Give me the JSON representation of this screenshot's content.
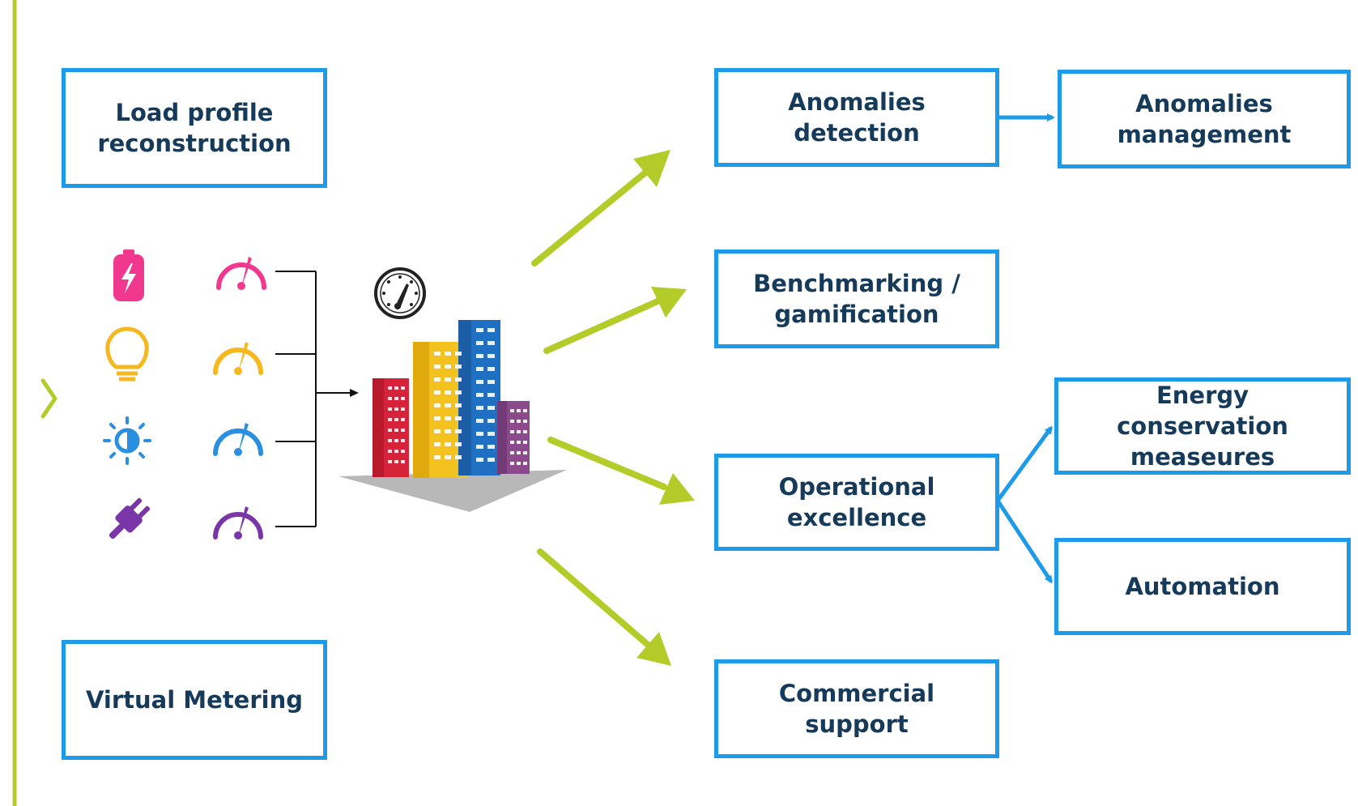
{
  "boxes": {
    "load_profile": "Load profile\nreconstruction",
    "virtual_metering": "Virtual Metering",
    "anomalies_detection": "Anomalies\ndetection",
    "anomalies_management": "Anomalies\nmanagement",
    "benchmarking": "Benchmarking /\ngamification",
    "operational_excellence": "Operational\nexcellence",
    "energy_conservation": "Energy conservation\nmeaseures",
    "automation": "Automation",
    "commercial_support": "Commercial\nsupport"
  },
  "colors": {
    "box_border": "#1e9be8",
    "box_text": "#163a5a",
    "green_arrow": "#b4cc2a",
    "pink": "#f0388f",
    "yellow": "#f5b820",
    "blue": "#2b8fe0",
    "purple": "#7a36a6"
  },
  "icons": {
    "rows": [
      {
        "left": "battery-icon",
        "right": "gauge-icon",
        "color": "pink"
      },
      {
        "left": "lightbulb-icon",
        "right": "gauge-icon",
        "color": "yellow"
      },
      {
        "left": "brightness-icon",
        "right": "gauge-icon",
        "color": "blue"
      },
      {
        "left": "plug-icon",
        "right": "gauge-icon",
        "color": "purple"
      }
    ],
    "center": [
      "speedometer-icon",
      "buildings-illustration"
    ],
    "side": "chevron-right-icon"
  }
}
